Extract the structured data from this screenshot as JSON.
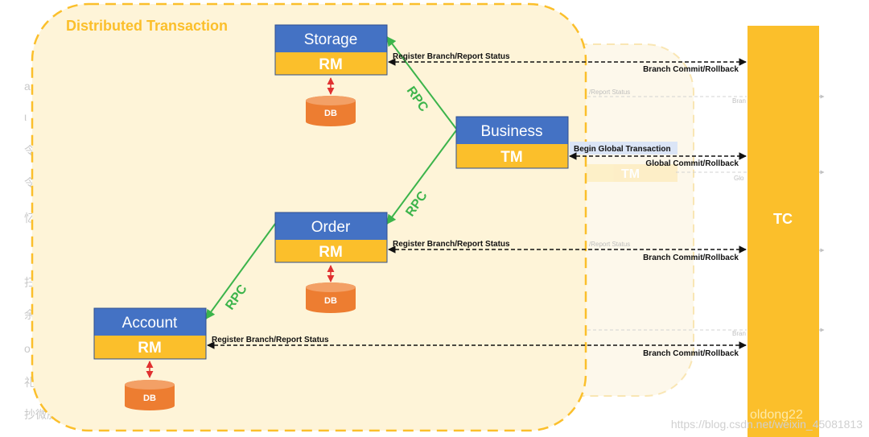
{
  "diagram": {
    "group_title": "Distributed Transaction",
    "nodes": {
      "storage": {
        "name": "Storage",
        "role": "RM",
        "db": "DB"
      },
      "business": {
        "name": "Business",
        "role": "TM"
      },
      "order": {
        "name": "Order",
        "role": "RM",
        "db": "DB"
      },
      "account": {
        "name": "Account",
        "role": "RM",
        "db": "DB"
      },
      "tc": {
        "name": "TC"
      }
    },
    "edges": {
      "rpc_label": "RPC",
      "register_label": "Register Branch/Report Status",
      "branch_label": "Branch Commit/Rollback",
      "begin_label": "Begin Global Transaction",
      "global_label": "Global Commit/Rollback"
    },
    "ghost": {
      "tm": "TM",
      "report1": "/Report Status",
      "report2": "/Report Status",
      "bran1": "Bran",
      "bran2": "Bran",
      "glo": "Glo",
      "oldong": "oldong22"
    },
    "side_chars": [
      "a",
      "ι",
      "令",
      "令",
      "忆",
      "扫",
      "余",
      "o",
      "礼",
      "抄微服"
    ],
    "watermark": "https://blog.csdn.net/weixin_45081813"
  },
  "colors": {
    "blue": "#4472c4",
    "gold": "#fbbf2b",
    "db": "#ed7d31",
    "rpc_green": "#3cb44b",
    "panel_fill": "#fef4d8",
    "panel_border": "#fbbf2b"
  }
}
